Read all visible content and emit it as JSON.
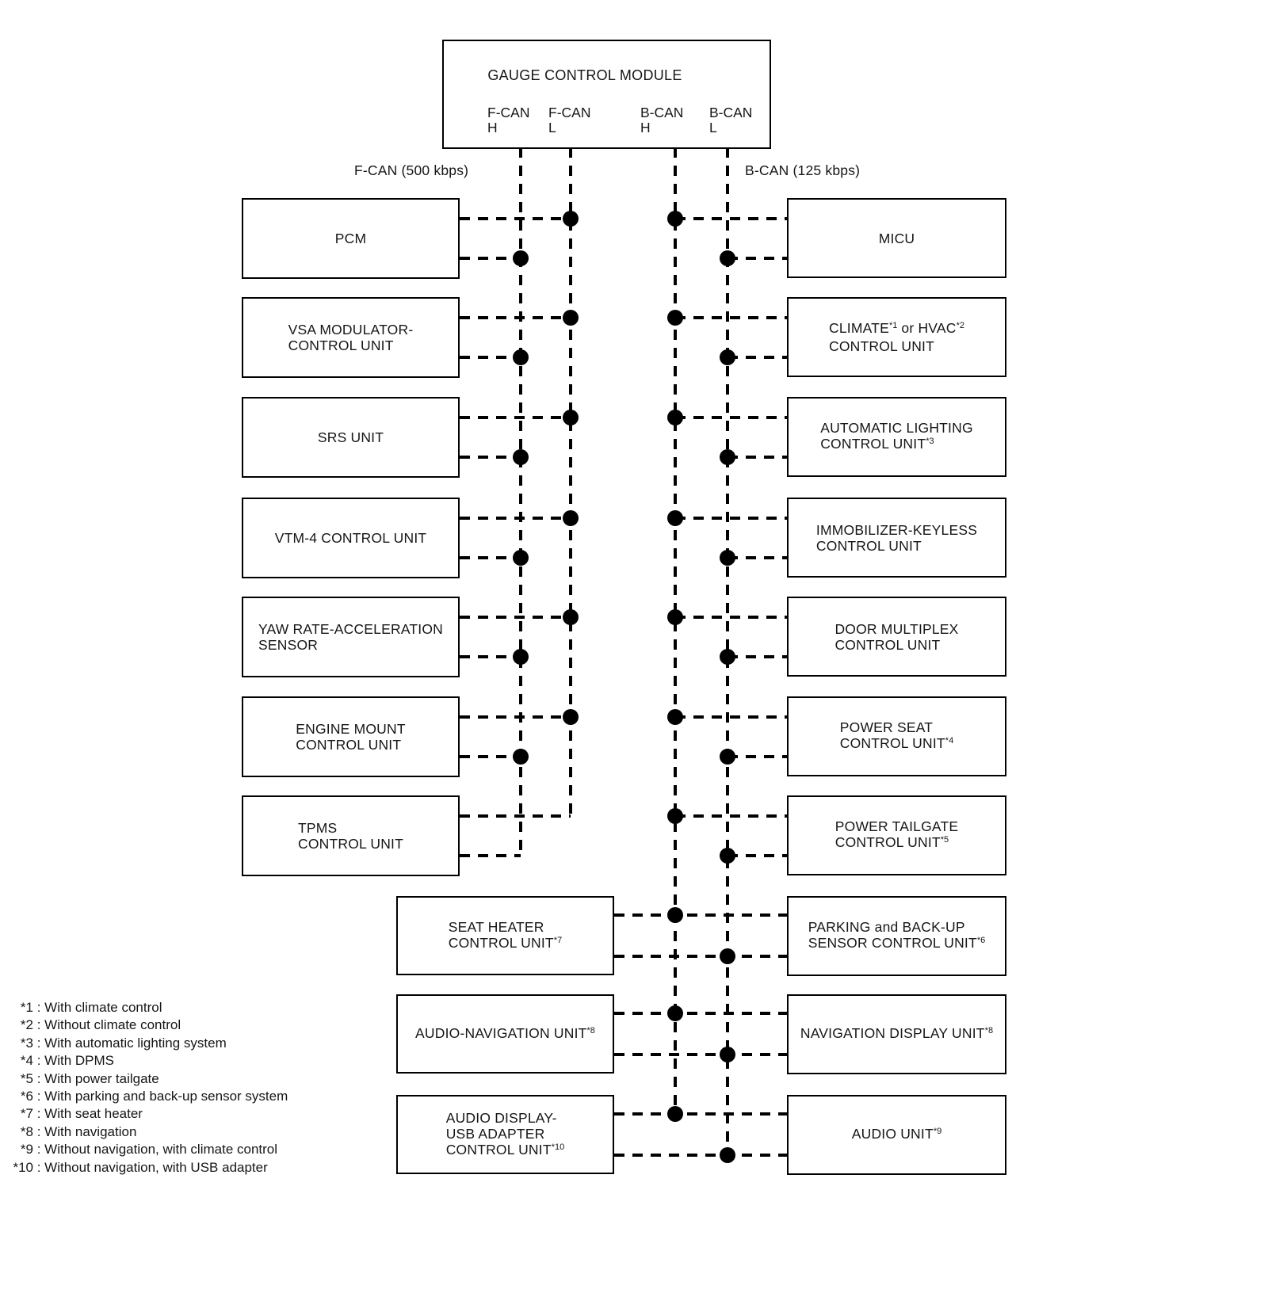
{
  "page": {
    "background": "#ffffff",
    "line_color": "#000000",
    "text_color": "#161616"
  },
  "header": {
    "title": "GAUGE CONTROL MODULE",
    "pins": [
      {
        "name": "F-CAN",
        "wire": "H"
      },
      {
        "name": "F-CAN",
        "wire": "L"
      },
      {
        "name": "B-CAN",
        "wire": "H"
      },
      {
        "name": "B-CAN",
        "wire": "L"
      }
    ]
  },
  "buses": {
    "fcan_label": "F-CAN (500 kbps)",
    "bcan_label": "B-CAN (125 kbps)"
  },
  "nodes": {
    "left": [
      {
        "id": "pcm",
        "bus": "F-CAN",
        "lines": [
          [
            "PCM"
          ]
        ]
      },
      {
        "id": "vsa-modulator-control-unit",
        "bus": "F-CAN",
        "lines": [
          [
            "VSA MODULATOR-"
          ],
          [
            "CONTROL UNIT"
          ]
        ]
      },
      {
        "id": "srs-unit",
        "bus": "F-CAN",
        "lines": [
          [
            "SRS UNIT"
          ]
        ]
      },
      {
        "id": "vtm-4-control-unit",
        "bus": "F-CAN",
        "lines": [
          [
            "VTM-4 CONTROL UNIT"
          ]
        ]
      },
      {
        "id": "yaw-rate-acceleration-sensor",
        "bus": "F-CAN",
        "lines": [
          [
            "YAW RATE-ACCELERATION"
          ],
          [
            "SENSOR"
          ]
        ]
      },
      {
        "id": "engine-mount-control-unit",
        "bus": "F-CAN",
        "lines": [
          [
            "ENGINE MOUNT"
          ],
          [
            "CONTROL UNIT"
          ]
        ]
      },
      {
        "id": "tpms-control-unit",
        "bus": "F-CAN",
        "lines": [
          [
            "TPMS"
          ],
          [
            "CONTROL UNIT"
          ]
        ]
      }
    ],
    "middle": [
      {
        "id": "seat-heater-control-unit",
        "bus": "B-CAN",
        "lines": [
          [
            "SEAT HEATER"
          ],
          [
            "CONTROL UNIT",
            {
              "sup": "*7"
            }
          ]
        ]
      },
      {
        "id": "audio-navigation-unit",
        "bus": "B-CAN",
        "lines": [
          [
            "AUDIO-NAVIGATION UNIT",
            {
              "sup": "*8"
            }
          ]
        ]
      },
      {
        "id": "audio-display-usb-adapter-control-unit",
        "bus": "B-CAN",
        "lines": [
          [
            "AUDIO DISPLAY-"
          ],
          [
            "USB ADAPTER"
          ],
          [
            "CONTROL UNIT",
            {
              "sup": "*10"
            }
          ]
        ]
      }
    ],
    "right": [
      {
        "id": "micu",
        "bus": "B-CAN",
        "lines": [
          [
            "MICU"
          ]
        ]
      },
      {
        "id": "climate-or-hvac-control-unit",
        "bus": "B-CAN",
        "lines": [
          [
            "CLIMATE",
            {
              "sup": "*1"
            },
            " or HVAC",
            {
              "sup": "*2"
            }
          ],
          [
            "CONTROL UNIT"
          ]
        ]
      },
      {
        "id": "automatic-lighting-control-unit",
        "bus": "B-CAN",
        "lines": [
          [
            "AUTOMATIC LIGHTING"
          ],
          [
            "CONTROL UNIT",
            {
              "sup": "*3"
            }
          ]
        ]
      },
      {
        "id": "immobilizer-keyless-control-unit",
        "bus": "B-CAN",
        "lines": [
          [
            "IMMOBILIZER-KEYLESS"
          ],
          [
            "CONTROL UNIT"
          ]
        ]
      },
      {
        "id": "door-multiplex-control-unit",
        "bus": "B-CAN",
        "lines": [
          [
            "DOOR MULTIPLEX"
          ],
          [
            "CONTROL UNIT"
          ]
        ]
      },
      {
        "id": "power-seat-control-unit",
        "bus": "B-CAN",
        "lines": [
          [
            "POWER SEAT"
          ],
          [
            "CONTROL UNIT",
            {
              "sup": "*4"
            }
          ]
        ]
      },
      {
        "id": "power-tailgate-control-unit",
        "bus": "B-CAN",
        "lines": [
          [
            "POWER TAILGATE"
          ],
          [
            "CONTROL UNIT",
            {
              "sup": "*5"
            }
          ]
        ]
      },
      {
        "id": "parking-and-back-up-sensor-control-unit",
        "bus": "B-CAN",
        "lines": [
          [
            "PARKING and BACK-UP"
          ],
          [
            "SENSOR CONTROL UNIT",
            {
              "sup": "*6"
            }
          ]
        ]
      },
      {
        "id": "navigation-display-unit",
        "bus": "B-CAN",
        "lines": [
          [
            "NAVIGATION DISPLAY UNIT",
            {
              "sup": "*8"
            }
          ]
        ]
      },
      {
        "id": "audio-unit",
        "bus": "B-CAN",
        "lines": [
          [
            "AUDIO UNIT",
            {
              "sup": "*9"
            }
          ]
        ]
      }
    ]
  },
  "footnotes": [
    {
      "marker": "*1",
      "text": "With climate control"
    },
    {
      "marker": "*2",
      "text": "Without climate control"
    },
    {
      "marker": "*3",
      "text": "With automatic lighting system"
    },
    {
      "marker": "*4",
      "text": "With DPMS"
    },
    {
      "marker": "*5",
      "text": "With power tailgate"
    },
    {
      "marker": "*6",
      "text": "With parking and back-up sensor system"
    },
    {
      "marker": "*7",
      "text": "With seat heater"
    },
    {
      "marker": "*8",
      "text": "With navigation"
    },
    {
      "marker": "*9",
      "text": "Without navigation, with climate control"
    },
    {
      "marker": "*10",
      "text": "Without navigation, with USB adapter"
    }
  ]
}
